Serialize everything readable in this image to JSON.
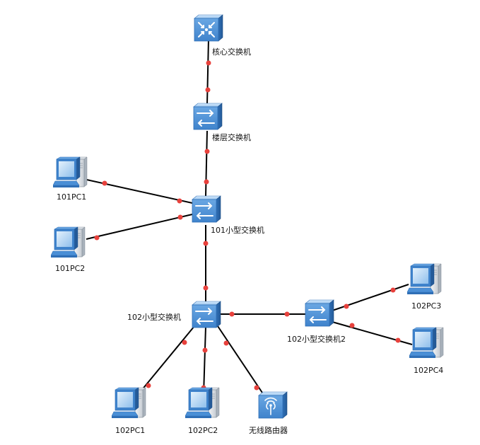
{
  "colors": {
    "link": "#000000",
    "endpoint_dot": "#e8413c",
    "device_blue": "#4a8fd6",
    "label": "#111111"
  },
  "nodes": {
    "core_switch": {
      "label": "核心交换机",
      "icon": "core-switch-icon"
    },
    "floor_switch": {
      "label": "楼层交换机",
      "icon": "switch-icon"
    },
    "sw101": {
      "label": "101小型交换机",
      "icon": "switch-icon"
    },
    "sw102": {
      "label": "102小型交换机",
      "icon": "switch-icon"
    },
    "sw102b": {
      "label": "102小型交换机2",
      "icon": "switch-icon"
    },
    "pc101_1": {
      "label": "101PC1",
      "icon": "pc-icon"
    },
    "pc101_2": {
      "label": "101PC2",
      "icon": "pc-icon"
    },
    "pc102_1": {
      "label": "102PC1",
      "icon": "pc-icon"
    },
    "pc102_2": {
      "label": "102PC2",
      "icon": "pc-icon"
    },
    "pc102_3": {
      "label": "102PC3",
      "icon": "pc-icon"
    },
    "pc102_4": {
      "label": "102PC4",
      "icon": "pc-icon"
    },
    "wireless_router": {
      "label": "无线路由器",
      "icon": "wireless-router-icon"
    }
  },
  "links": [
    [
      "core_switch",
      "floor_switch"
    ],
    [
      "floor_switch",
      "sw101"
    ],
    [
      "pc101_1",
      "sw101"
    ],
    [
      "pc101_2",
      "sw101"
    ],
    [
      "sw101",
      "sw102"
    ],
    [
      "sw102",
      "sw102b"
    ],
    [
      "sw102b",
      "pc102_3"
    ],
    [
      "sw102b",
      "pc102_4"
    ],
    [
      "sw102",
      "pc102_1"
    ],
    [
      "sw102",
      "pc102_2"
    ],
    [
      "sw102",
      "wireless_router"
    ]
  ]
}
